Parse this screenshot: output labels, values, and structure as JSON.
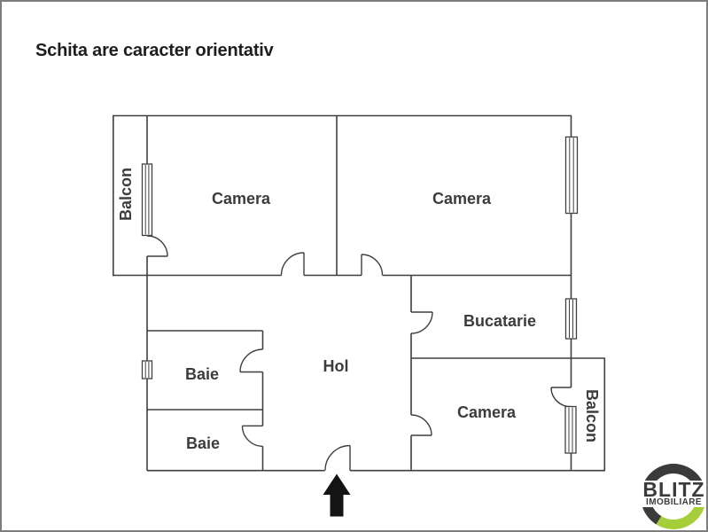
{
  "disclaimer": "Schita are caracter orientativ",
  "floor_plan": {
    "rooms": {
      "balcon_left": "Balcon",
      "camera_top_left": "Camera",
      "camera_top_right": "Camera",
      "bucatarie": "Bucatarie",
      "hol": "Hol",
      "baie_upper": "Baie",
      "baie_lower": "Baie",
      "camera_bottom_right": "Camera",
      "balcon_right": "Balcon"
    },
    "symbols": {
      "windows": 5,
      "doors": 9,
      "entrance_marker": "black arrow pointing up at main entrance"
    },
    "colors": {
      "wall": "#3F3F3F",
      "label_text": "#3C3C3C",
      "arrow": "#141414",
      "page_border": "#7E7E7E"
    }
  },
  "logo": {
    "brand": "BLITZ",
    "tagline": "IMOBILIARE",
    "colors": {
      "ring": "#3B3B3C",
      "accent_green": "#A6CE39",
      "text": "#3B3B3C"
    }
  }
}
